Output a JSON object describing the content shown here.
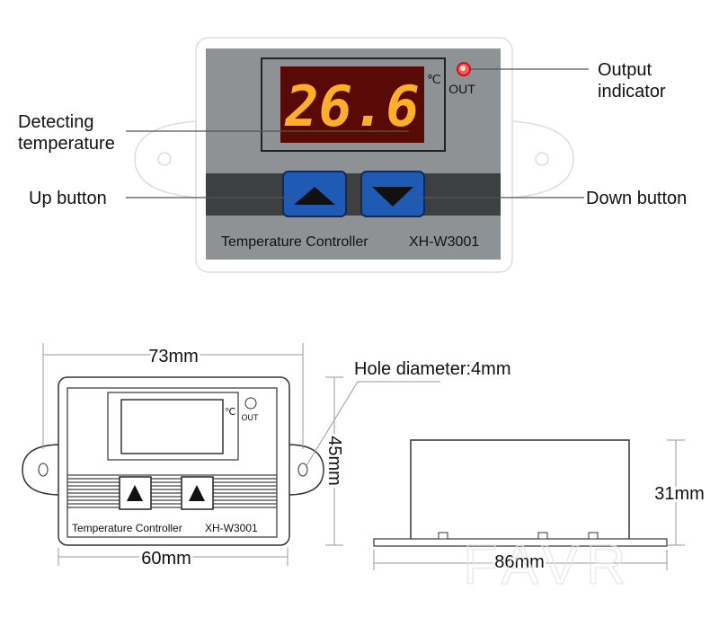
{
  "top_device": {
    "display_value": "26.6",
    "unit": "℃",
    "out_label": "OUT",
    "panel_label": "Temperature Controller",
    "model": "XH-W3001",
    "colors": {
      "panel": "#8f9294",
      "display": "#5a0a06",
      "digits": "#ffae2a",
      "button": "#1f5bb5",
      "led": "#ff4040"
    }
  },
  "callouts": {
    "detecting_line1": "Detecting",
    "detecting_line2": "temperature",
    "up_button": "Up button",
    "down_button": "Down button",
    "output_line1": "Output",
    "output_line2": "indicator"
  },
  "front_drawing": {
    "unit": "℃",
    "out_label": "OUT",
    "panel_label": "Temperature Controller",
    "model": "XH-W3001",
    "width_outer": "73mm",
    "width_body": "60mm",
    "height": "45mm",
    "hole": "Hole diameter:4mm"
  },
  "side_drawing": {
    "height": "31mm",
    "length": "86mm"
  },
  "watermark": "FAVR"
}
